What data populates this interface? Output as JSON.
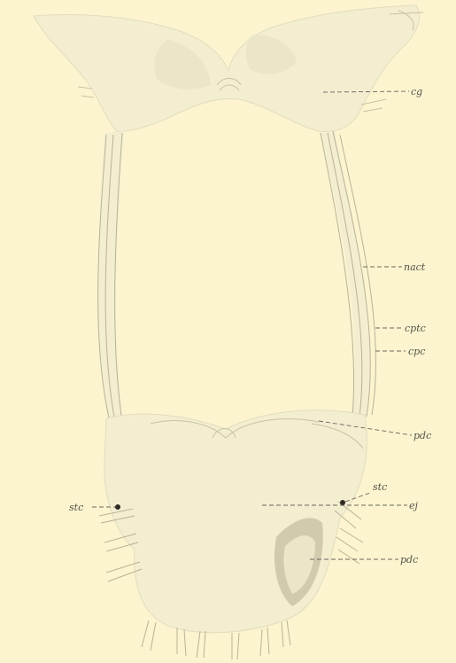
{
  "figure": {
    "labels": {
      "cg": "cg",
      "nact": "nact",
      "cptc": "cptc",
      "cpc": "cpc",
      "pdc_upper": "pdc",
      "stc_left": "stc",
      "stc_right": "stc",
      "ej": "ej",
      "pdc_lower": "pdc"
    },
    "colors": {
      "paper": "#fbf4cf",
      "tissue": "#f4eed1",
      "tissue_shade": "#e9e3c6",
      "label_ink": "#55524a",
      "dot": "#2d2a24",
      "dark_patch": "#b5ad90"
    }
  }
}
